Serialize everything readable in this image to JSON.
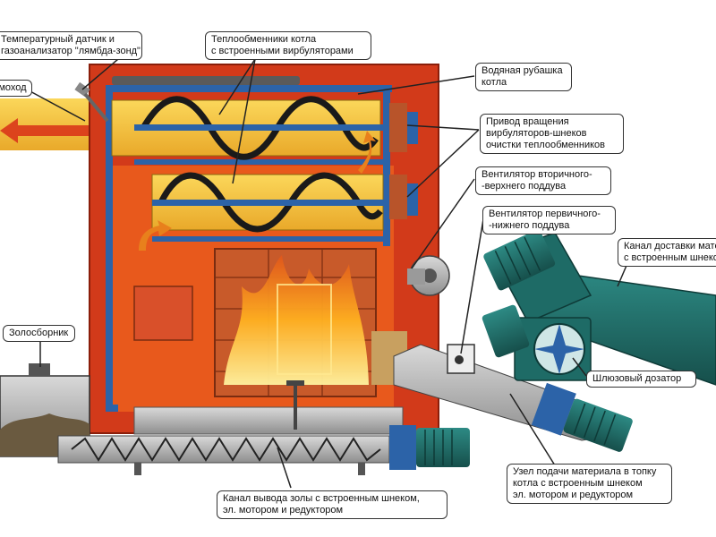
{
  "callouts": {
    "temp_sensor": [
      "Температурный датчик и",
      "газоанализатор \"лямбда-зонд\""
    ],
    "heat_exchangers": [
      "Теплообменники котла",
      "с встроенными вирбуляторами"
    ],
    "exhaust": [
      "Дымоход"
    ],
    "water_jacket": [
      "Водяная рубашка",
      "котла"
    ],
    "rotation_drive": [
      "Привод вращения",
      "вирбуляторов-шнеков",
      "очистки теплообменников"
    ],
    "secondary_fan": [
      "Вентилятор вторичного-",
      "-верхнего поддува"
    ],
    "primary_fan": [
      "Вентилятор первичного-",
      "-нижнего поддува"
    ],
    "delivery_channel": [
      "Канал доставки материала",
      "с встроенным шнеком"
    ],
    "ash_collector": [
      "Золосборник"
    ],
    "airlock_feeder": [
      "Шлюзовый дозатор"
    ],
    "feed_unit": [
      "Узел подачи материала в топку",
      "котла с встроенным шнеком",
      "эл. мотором и редуктором"
    ],
    "ash_channel": [
      "Канал вывода золы с встроенным шнеком,",
      "эл. мотором и редуктором"
    ]
  },
  "colors": {
    "boiler_red": "#d23a1a",
    "firebox_orange": "#e8591c",
    "flue_yellow": "#f6c233",
    "pipe_blue": "#2c63a8",
    "motor_teal": "#1f6f6a",
    "ash_grey": "#b5b5b5"
  }
}
